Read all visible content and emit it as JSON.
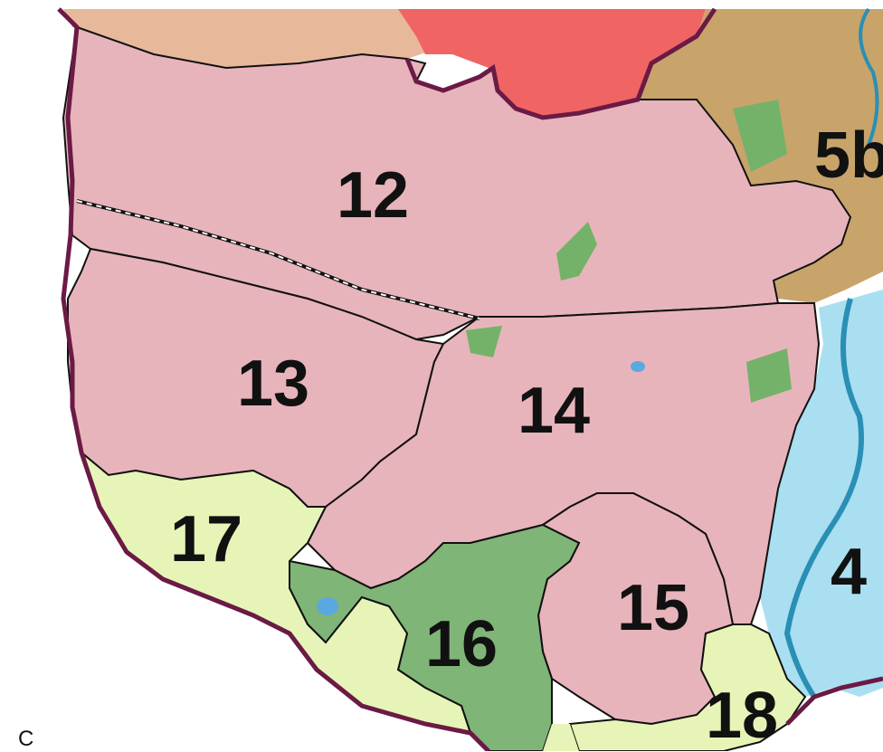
{
  "caption": "C",
  "zones": [
    {
      "id": "12",
      "label": "12",
      "color": "#e8b4bb"
    },
    {
      "id": "13",
      "label": "13",
      "color": "#e8b4bb"
    },
    {
      "id": "14",
      "label": "14",
      "color": "#e8b4bb"
    },
    {
      "id": "15",
      "label": "15",
      "color": "#e8b4bb"
    },
    {
      "id": "16",
      "label": "16",
      "color": "#7fb577"
    },
    {
      "id": "17",
      "label": "17",
      "color": "#e6f5b7"
    },
    {
      "id": "18",
      "label": "18",
      "color": "#e6f5b7"
    },
    {
      "id": "5b",
      "label": "5b",
      "color": "#c8a46a"
    },
    {
      "id": "4",
      "label": "4",
      "color": "#a9dff0"
    }
  ],
  "colors": {
    "outer_border": "#6b1a45",
    "zone_border": "#111111",
    "red_zone": "#f06464",
    "orange_zone": "#e8b89a",
    "river": "#2a8fb5",
    "forest_patch": "#74b26a"
  }
}
